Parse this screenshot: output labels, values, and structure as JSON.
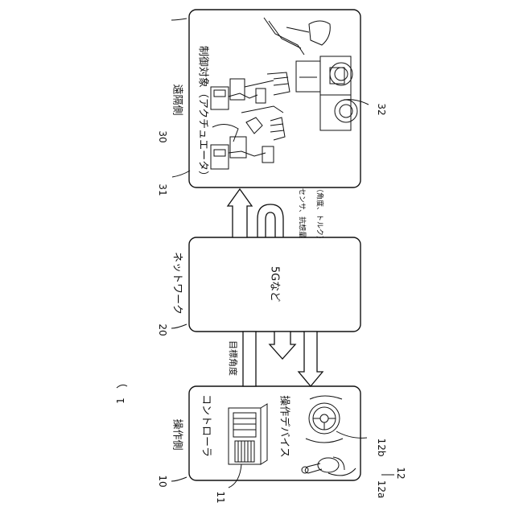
{
  "figure_number": "1",
  "operator_side": {
    "ref": "10",
    "heading": "操作側",
    "controller_label": "コントローラ",
    "controller_ref": "11",
    "devices_label": "操作デバイス",
    "devices_ref_a": "12a",
    "devices_ref_b": "12b",
    "devices_ref": "12"
  },
  "network": {
    "ref": "20",
    "heading": "ネットワーク",
    "body": "5Gなど"
  },
  "remote_side": {
    "ref": "30",
    "heading": "遠隔側",
    "target_label": "制御対象（アクチュエータ）",
    "robot_ref": "31",
    "machine_ref": "32"
  },
  "arrows": {
    "to_remote_label": "目標角度",
    "feedback_label": "センサ、抗想量",
    "feedback_detail": "（角度、トルク）"
  }
}
